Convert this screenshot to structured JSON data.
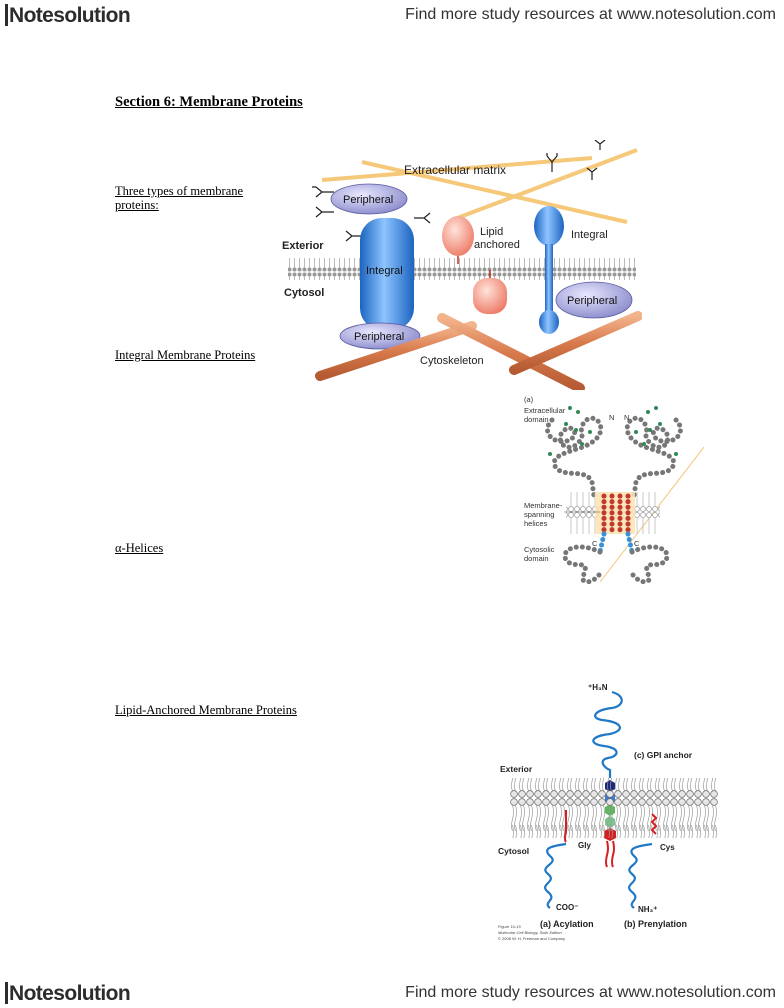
{
  "header": {
    "brand": "Notesolution",
    "tagline": "Find more study resources at www.notesolution.com"
  },
  "footer": {
    "brand": "Notesolution",
    "tagline": "Find more study resources at www.notesolution.com"
  },
  "section_title": "Section 6: Membrane Proteins",
  "labels": {
    "three_types_line1": "Three types of membrane",
    "three_types_line2": "proteins:",
    "integral": "Integral Membrane Proteins",
    "alpha": "α-Helices",
    "lipid_anchored": "Lipid-Anchored Membrane Proteins"
  },
  "figure1": {
    "extracellular_matrix": "Extracellular matrix",
    "peripheral": "Peripheral",
    "integral": "Integral",
    "lipid_line1": "Lipid",
    "lipid_line2": "anchored",
    "exterior": "Exterior",
    "cytosol": "Cytosol",
    "cytoskeleton": "Cytoskeleton"
  },
  "figure2": {
    "panel": "(a)",
    "extracellular_line1": "Extracellular",
    "extracellular_line2": "domain",
    "n": "N",
    "membrane_line1": "Membrane-",
    "membrane_line2": "spanning",
    "membrane_line3": "helices",
    "c": "C",
    "cytosolic_line1": "Cytosolic",
    "cytosolic_line2": "domain"
  },
  "figure3": {
    "h3n": "⁺H₃N",
    "gpi": "(c) GPI anchor",
    "exterior": "Exterior",
    "cytosol": "Cytosol",
    "gly": "Gly",
    "cys": "Cys",
    "coo": "COO⁻",
    "nh3": "NH₃⁺",
    "acylation": "(a) Acylation",
    "prenylation": "(b) Prenylation",
    "credit1": "Figure 10-19",
    "credit2": "Molecular Cell Biology, Sixth Edition",
    "credit3": "© 2008 W. H. Freeman and Company"
  }
}
